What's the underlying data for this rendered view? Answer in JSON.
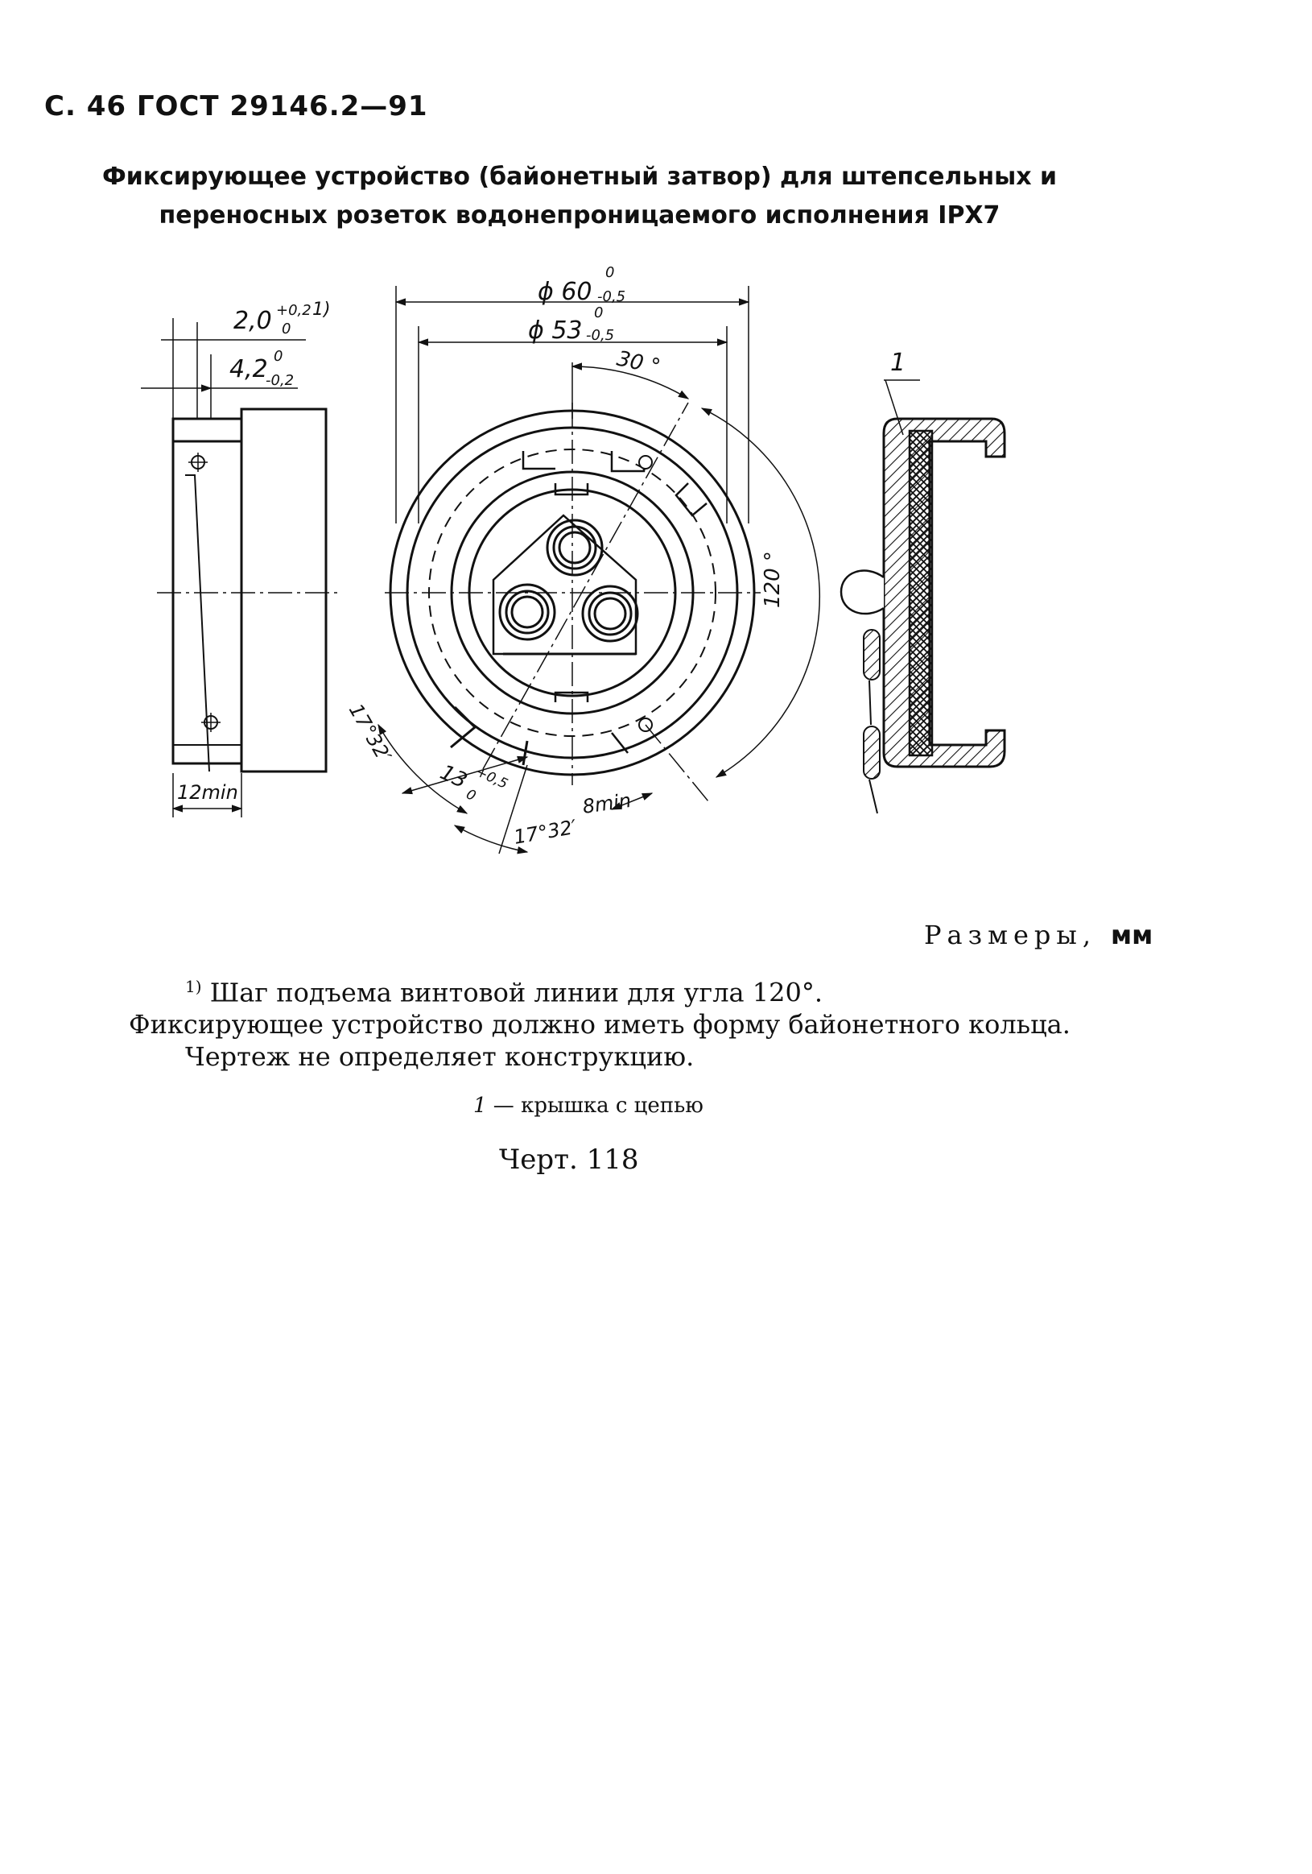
{
  "header": {
    "text": "С. 46 ГОСТ 29146.2—91"
  },
  "title": {
    "line1": "Фиксирующее устройство (байонетный затвор) для штепсельных и",
    "line2": "переносных розеток водонепроницаемого исполнения IPX7"
  },
  "drawing": {
    "dims": {
      "d60": "ϕ 60",
      "d60_tol_up": "0",
      "d60_tol_low": "-0,5",
      "d53": "ϕ 53",
      "d53_tol_up": "0",
      "d53_tol_low": "-0,5",
      "angle30": "30 °",
      "angle120": "120 °",
      "step": "2,0",
      "step_tol_up": "+0,2",
      "step_tol_low": "0",
      "step_note": "1)",
      "depth": "4,2",
      "depth_tol_up": "0",
      "depth_tol_low": "-0,2",
      "min12": "12min",
      "angle17a": "17°32′",
      "angle17b": "17°32′",
      "slot13": "13",
      "slot13_tol_up": "+0,5",
      "slot13_tol_low": "0",
      "min8": "8min",
      "callout1": "1"
    }
  },
  "units": {
    "label": "Размеры,",
    "unit": "мм"
  },
  "notes": {
    "footnote_mark": "1)",
    "footnote": " Шаг подъема винтовой линии для угла 120°.",
    "line2": "Фиксирующее устройство должно иметь форму байонетного кольца.",
    "line3": "Чертеж не определяет конструкцию."
  },
  "legend": {
    "num": "1",
    "text": " — крышка с цепью"
  },
  "figure_label": "Черт. 118"
}
